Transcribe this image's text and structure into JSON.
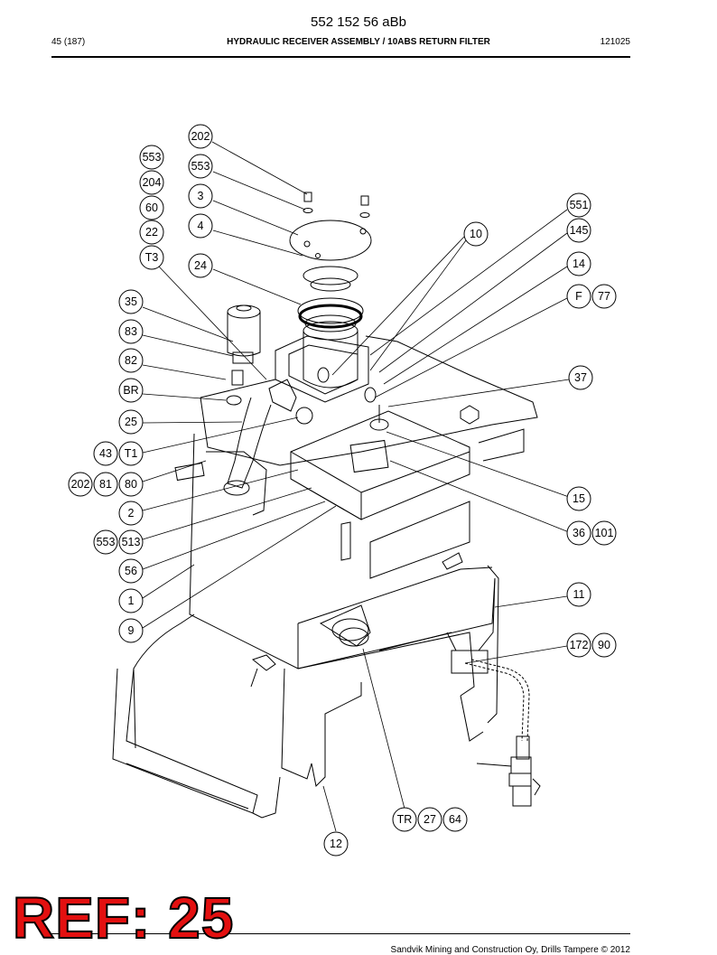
{
  "header": {
    "doc_number": "552 152 56 aBb",
    "page": "45 (187)",
    "title": "HYDRAULIC RECEIVER ASSEMBLY / 10ABS RETURN FILTER",
    "revision": "121025"
  },
  "callouts": [
    {
      "id": "c202a",
      "label": "202"
    },
    {
      "id": "c553a",
      "label": "553"
    },
    {
      "id": "c553b",
      "label": "553"
    },
    {
      "id": "c204",
      "label": "204"
    },
    {
      "id": "c3",
      "label": "3"
    },
    {
      "id": "c60",
      "label": "60"
    },
    {
      "id": "c4",
      "label": "4"
    },
    {
      "id": "c22",
      "label": "22"
    },
    {
      "id": "cT3",
      "label": "T3"
    },
    {
      "id": "c24",
      "label": "24"
    },
    {
      "id": "c10",
      "label": "10"
    },
    {
      "id": "c551",
      "label": "551"
    },
    {
      "id": "c145",
      "label": "145"
    },
    {
      "id": "c14",
      "label": "14"
    },
    {
      "id": "cF",
      "label": "F"
    },
    {
      "id": "c77",
      "label": "77"
    },
    {
      "id": "c35",
      "label": "35"
    },
    {
      "id": "c83",
      "label": "83"
    },
    {
      "id": "c82",
      "label": "82"
    },
    {
      "id": "cBR",
      "label": "BR"
    },
    {
      "id": "c37",
      "label": "37"
    },
    {
      "id": "c25",
      "label": "25"
    },
    {
      "id": "c43",
      "label": "43"
    },
    {
      "id": "cT1",
      "label": "T1"
    },
    {
      "id": "c202b",
      "label": "202"
    },
    {
      "id": "c81",
      "label": "81"
    },
    {
      "id": "c80",
      "label": "80"
    },
    {
      "id": "c15",
      "label": "15"
    },
    {
      "id": "c2",
      "label": "2"
    },
    {
      "id": "c36",
      "label": "36"
    },
    {
      "id": "c101",
      "label": "101"
    },
    {
      "id": "c553c",
      "label": "553"
    },
    {
      "id": "c513",
      "label": "513"
    },
    {
      "id": "c56",
      "label": "56"
    },
    {
      "id": "c11",
      "label": "11"
    },
    {
      "id": "c1",
      "label": "1"
    },
    {
      "id": "c9",
      "label": "9"
    },
    {
      "id": "c172",
      "label": "172"
    },
    {
      "id": "c90",
      "label": "90"
    },
    {
      "id": "cTR",
      "label": "TR"
    },
    {
      "id": "c27",
      "label": "27"
    },
    {
      "id": "c64",
      "label": "64"
    },
    {
      "id": "c12",
      "label": "12"
    }
  ],
  "stamp": {
    "ref_text": "REF: 25",
    "color": "#e31010"
  },
  "footer": {
    "text": "Sandvik Mining and Construction Oy, Drills Tampere © 2012"
  }
}
